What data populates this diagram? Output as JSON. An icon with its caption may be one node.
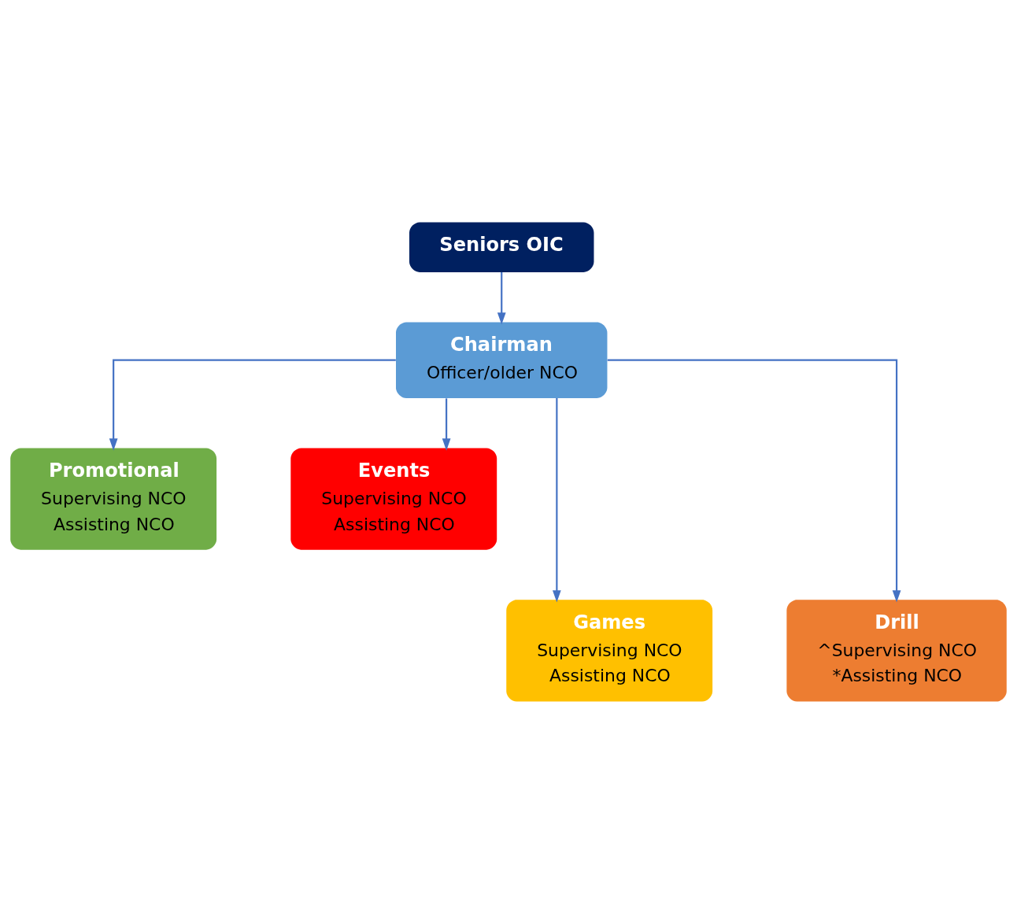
{
  "diagram": {
    "nodes": [
      {
        "text": [
          "Seniors OIC"
        ]
      },
      {
        "text": [
          "Chairman",
          "Officer/older NCO"
        ]
      },
      {
        "text": [
          "Promotional",
          "Supervising NCO",
          "Assisting NCO"
        ]
      },
      {
        "text": [
          "Events",
          "Supervising NCO",
          "Assisting NCO"
        ]
      },
      {
        "text": [
          "Games",
          "Supervising NCO",
          "Assisting NCO"
        ]
      },
      {
        "text": [
          "Drill",
          "^Supervising NCO",
          "*Assisting NCO"
        ]
      }
    ],
    "edges": [
      {
        "from": 0,
        "to": 1,
        "arrow": "to"
      },
      {
        "from": 1,
        "to": 2,
        "arrow": "to"
      },
      {
        "from": 1,
        "to": 3,
        "arrow": "to"
      },
      {
        "from": 1,
        "to": 4,
        "arrow": "to"
      },
      {
        "from": 1,
        "to": 5,
        "arrow": "to"
      }
    ]
  }
}
